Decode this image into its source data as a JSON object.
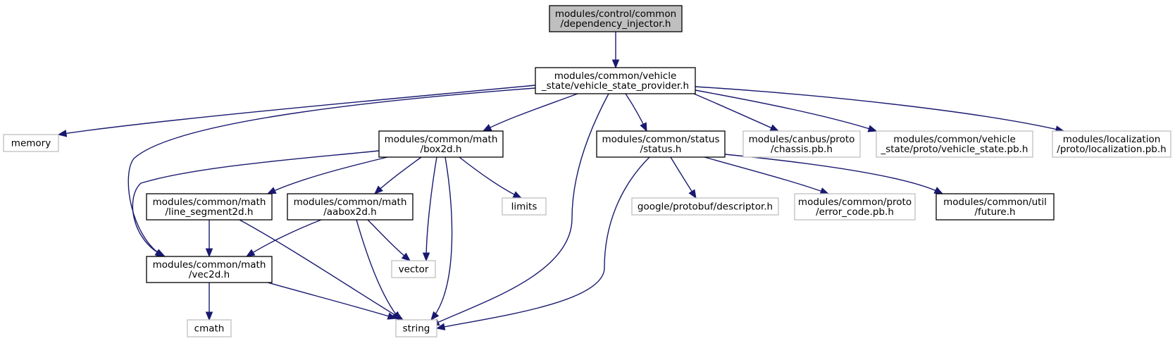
{
  "diagram": {
    "type": "include-dependency-graph",
    "colors": {
      "edge": "#191970",
      "root_fill": "#bfbfbf",
      "node_border": "#000000",
      "external_border": "#bfbfbf"
    },
    "nodes": [
      {
        "id": "dependency_injector",
        "kind": "root",
        "lines": [
          "modules/control/common",
          "/dependency_injector.h"
        ]
      },
      {
        "id": "vehicle_state_provider",
        "kind": "documented",
        "lines": [
          "modules/common/vehicle",
          "_state/vehicle_state_provider.h"
        ]
      },
      {
        "id": "memory",
        "kind": "external",
        "lines": [
          "memory"
        ]
      },
      {
        "id": "box2d",
        "kind": "documented",
        "lines": [
          "modules/common/math",
          "/box2d.h"
        ]
      },
      {
        "id": "status",
        "kind": "documented",
        "lines": [
          "modules/common/status",
          "/status.h"
        ]
      },
      {
        "id": "chassis",
        "kind": "external",
        "lines": [
          "modules/canbus/proto",
          "/chassis.pb.h"
        ]
      },
      {
        "id": "vehicle_state_pb",
        "kind": "external",
        "lines": [
          "modules/common/vehicle",
          "_state/proto/vehicle_state.pb.h"
        ]
      },
      {
        "id": "localization",
        "kind": "external",
        "lines": [
          "modules/localization",
          "/proto/localization.pb.h"
        ]
      },
      {
        "id": "line_segment2d",
        "kind": "documented",
        "lines": [
          "modules/common/math",
          "/line_segment2d.h"
        ]
      },
      {
        "id": "aabox2d",
        "kind": "documented",
        "lines": [
          "modules/common/math",
          "/aabox2d.h"
        ]
      },
      {
        "id": "limits",
        "kind": "external",
        "lines": [
          "limits"
        ]
      },
      {
        "id": "descriptor",
        "kind": "external",
        "lines": [
          "google/protobuf/descriptor.h"
        ]
      },
      {
        "id": "error_code",
        "kind": "external",
        "lines": [
          "modules/common/proto",
          "/error_code.pb.h"
        ]
      },
      {
        "id": "future",
        "kind": "documented",
        "lines": [
          "modules/common/util",
          "/future.h"
        ]
      },
      {
        "id": "vec2d",
        "kind": "documented",
        "lines": [
          "modules/common/math",
          "/vec2d.h"
        ]
      },
      {
        "id": "vector",
        "kind": "external",
        "lines": [
          "vector"
        ]
      },
      {
        "id": "cmath",
        "kind": "external",
        "lines": [
          "cmath"
        ]
      },
      {
        "id": "string",
        "kind": "external",
        "lines": [
          "string"
        ]
      }
    ],
    "edges": [
      {
        "from": "dependency_injector",
        "to": "vehicle_state_provider"
      },
      {
        "from": "vehicle_state_provider",
        "to": "memory"
      },
      {
        "from": "vehicle_state_provider",
        "to": "vec2d"
      },
      {
        "from": "vehicle_state_provider",
        "to": "box2d"
      },
      {
        "from": "vehicle_state_provider",
        "to": "string"
      },
      {
        "from": "vehicle_state_provider",
        "to": "status"
      },
      {
        "from": "vehicle_state_provider",
        "to": "chassis"
      },
      {
        "from": "vehicle_state_provider",
        "to": "vehicle_state_pb"
      },
      {
        "from": "vehicle_state_provider",
        "to": "localization"
      },
      {
        "from": "box2d",
        "to": "vec2d"
      },
      {
        "from": "box2d",
        "to": "line_segment2d"
      },
      {
        "from": "box2d",
        "to": "aabox2d"
      },
      {
        "from": "box2d",
        "to": "vector"
      },
      {
        "from": "box2d",
        "to": "string"
      },
      {
        "from": "box2d",
        "to": "limits"
      },
      {
        "from": "status",
        "to": "string"
      },
      {
        "from": "status",
        "to": "descriptor"
      },
      {
        "from": "status",
        "to": "error_code"
      },
      {
        "from": "status",
        "to": "future"
      },
      {
        "from": "line_segment2d",
        "to": "vec2d"
      },
      {
        "from": "line_segment2d",
        "to": "string"
      },
      {
        "from": "aabox2d",
        "to": "vec2d"
      },
      {
        "from": "aabox2d",
        "to": "vector"
      },
      {
        "from": "aabox2d",
        "to": "string"
      },
      {
        "from": "vec2d",
        "to": "cmath"
      },
      {
        "from": "vec2d",
        "to": "string"
      }
    ]
  }
}
